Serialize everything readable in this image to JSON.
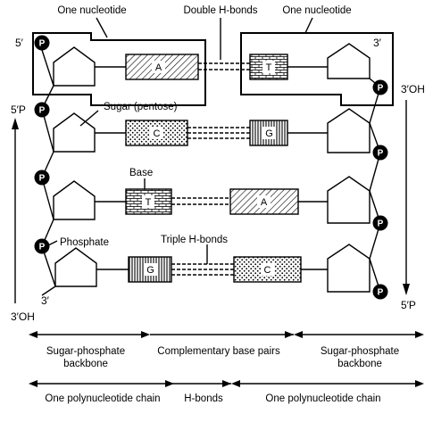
{
  "labels": {
    "one_nucleotide_left": "One nucleotide",
    "double_h_bonds": "Double H-bonds",
    "one_nucleotide_right": "One nucleotide",
    "sugar": "Sugar (pentose)",
    "base": "Base",
    "phosphate": "Phosphate",
    "triple_h_bonds": "Triple H-bonds"
  },
  "ends": {
    "left_top": "5′",
    "left_bottom": "3′",
    "right_top": "3′",
    "left_arrow_top": "5′P",
    "left_arrow_bottom": "3′OH",
    "right_arrow_top": "3′OH",
    "right_arrow_bottom": "5′P"
  },
  "phosphate_symbol": "P",
  "base_pairs": [
    {
      "left": "A",
      "right": "T",
      "bonds": 2
    },
    {
      "left": "C",
      "right": "G",
      "bonds": 3
    },
    {
      "left": "T",
      "right": "A",
      "bonds": 2
    },
    {
      "left": "G",
      "right": "C",
      "bonds": 3
    }
  ],
  "bottom": {
    "row1": [
      "Sugar-phosphate\nbackbone",
      "Complementary base pairs",
      "Sugar-phosphate\nbackbone"
    ],
    "row2": [
      "One polynucleotide chain",
      "H-bonds",
      "One polynucleotide chain"
    ]
  }
}
